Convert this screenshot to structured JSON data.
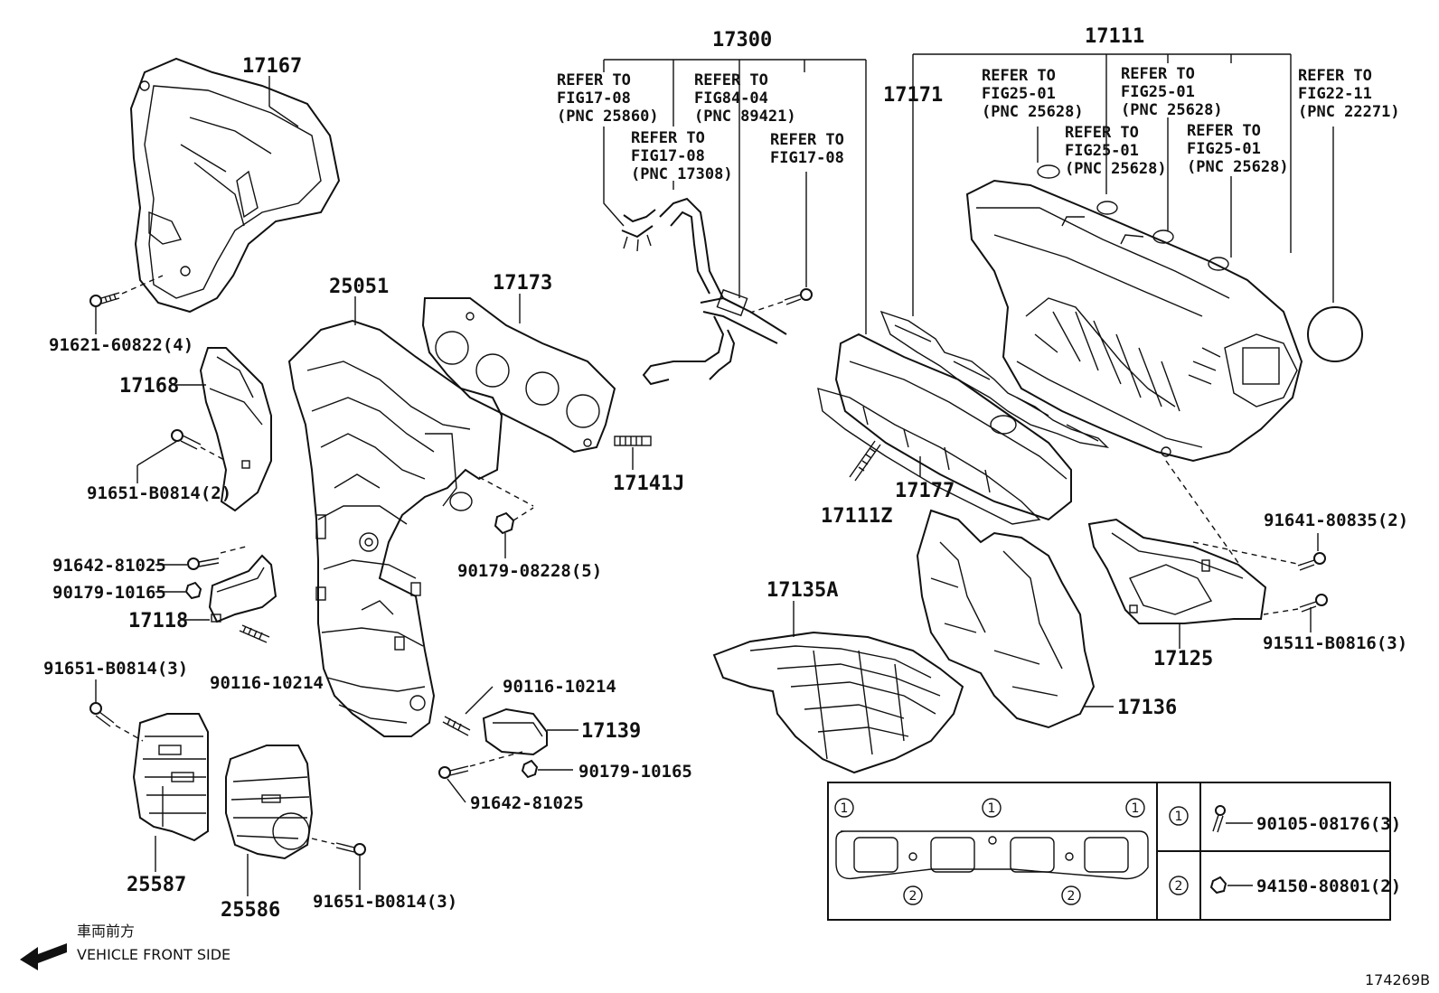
{
  "parts": {
    "p17167": "17167",
    "p17168": "17168",
    "p91621_60822": "91621-60822(4)",
    "p91651_b0814_2": "91651-B0814(2)",
    "p25051": "25051",
    "p17173": "17173",
    "p17141j": "17141J",
    "p90179_08228": "90179-08228(5)",
    "p91642_81025_a": "91642-81025",
    "p90179_10165_a": "90179-10165",
    "p17118": "17118",
    "p90116_10214_a": "90116-10214",
    "p91651_b0814_3a": "91651-B0814(3)",
    "p90116_10214_b": "90116-10214",
    "p17139": "17139",
    "p90179_10165_b": "90179-10165",
    "p91642_81025_b": "91642-81025",
    "p25587": "25587",
    "p25586": "25586",
    "p91651_b0814_3b": "91651-B0814(3)",
    "p17300": "17300",
    "p17111": "17111",
    "p17171": "17171",
    "p17177": "17177",
    "p17111z": "17111Z",
    "p17135a": "17135A",
    "p17136": "17136",
    "p17125": "17125",
    "p91641_80835": "91641-80835(2)",
    "p91511_b0816": "91511-B0816(3)"
  },
  "refs": {
    "r1": [
      "REFER TO",
      "FIG17-08",
      "(PNC 25860)"
    ],
    "r2": [
      "REFER TO",
      "FIG84-04",
      "(PNC 89421)"
    ],
    "r3": [
      "REFER TO",
      "FIG17-08",
      "(PNC 17308)"
    ],
    "r4": [
      "REFER TO",
      "FIG17-08"
    ],
    "r5": [
      "REFER TO",
      "FIG25-01",
      "(PNC 25628)"
    ],
    "r6": [
      "REFER TO",
      "FIG25-01",
      "(PNC 25628)"
    ],
    "r7": [
      "REFER TO",
      "FIG22-11",
      "(PNC 22271)"
    ],
    "r8": [
      "REFER TO",
      "FIG25-01",
      "(PNC 25628)"
    ],
    "r9": [
      "REFER TO",
      "FIG25-01",
      "(PNC 25628)"
    ]
  },
  "legend": {
    "marker1": "1",
    "marker2": "2",
    "item1": "90105-08176(3)",
    "item2": "94150-80801(2)"
  },
  "footer": {
    "jp": "車両前方",
    "en": "VEHICLE FRONT SIDE",
    "diagram_id": "174269B"
  }
}
